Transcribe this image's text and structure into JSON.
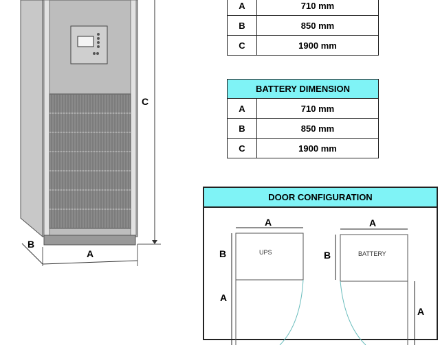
{
  "ups_dimension": {
    "rows": [
      {
        "key": "A",
        "value": "710 mm"
      },
      {
        "key": "B",
        "value": "850 mm"
      },
      {
        "key": "C",
        "value": "1900 mm"
      }
    ]
  },
  "battery_dimension": {
    "title": "BATTERY DIMENSION",
    "rows": [
      {
        "key": "A",
        "value": "710 mm"
      },
      {
        "key": "B",
        "value": "850 mm"
      },
      {
        "key": "C",
        "value": "1900 mm"
      }
    ]
  },
  "door_configuration": {
    "title": "DOOR CONFIGURATION",
    "ups_label": "UPS",
    "battery_label": "BATTERY",
    "dim_a": "A",
    "dim_b": "B"
  },
  "cabinet": {
    "dim_a": "A",
    "dim_b": "B",
    "dim_c": "C"
  }
}
